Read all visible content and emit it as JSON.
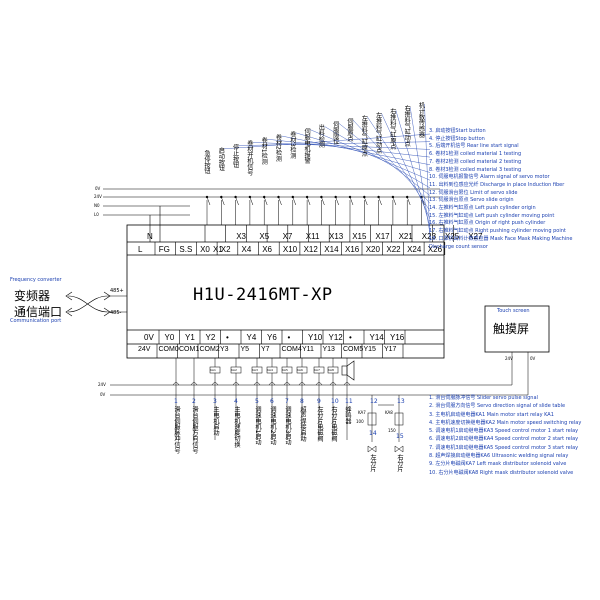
{
  "plc": {
    "model": "H1U-2416MT-XP",
    "top_row_1": [
      "N",
      "X3",
      "X5",
      "X7",
      "X11",
      "X13",
      "X15",
      "X17",
      "X21",
      "X23",
      "X25",
      "X27"
    ],
    "top_row_2": [
      "L",
      "FG",
      "S.S",
      "X0",
      "X2",
      "X4",
      "X6",
      "X10",
      "X12",
      "X14",
      "X16",
      "X20",
      "X22",
      "X24",
      "X26"
    ],
    "top_row_1_x1": "X1",
    "bot_row_1": [
      "0V",
      "Y0",
      "Y1",
      "Y2",
      "•",
      "Y4",
      "Y6",
      "•",
      "Y10",
      "Y12",
      "•",
      "Y14",
      "Y16"
    ],
    "bot_row_2": [
      "24V",
      "COM0",
      "COM1",
      "COM2",
      "Y3",
      "Y5",
      "Y7",
      "COM4",
      "Y11",
      "Y13",
      "COM5",
      "Y15",
      "Y17"
    ],
    "side_485_plus": "485+",
    "side_485_minus": "485-"
  },
  "left": {
    "vfd_cn": "变频器",
    "port_cn": "通信端口",
    "vfd_en": "Frequency converter",
    "port_en": "Communication port"
  },
  "touch": {
    "title_en": "Touch screen",
    "title_cn": "触摸屏",
    "pin_24v": "24V",
    "pin_0v": "0V"
  },
  "power_labels": [
    "0V",
    "24V",
    "N0",
    "L0"
  ],
  "bottom_power_labels": [
    "24V",
    "0V"
  ],
  "top_inputs_cn": [
    "急停按钮",
    "启动按钮",
    "停止按钮",
    "卷材开机信号",
    "卷材1检测",
    "卷材2检测",
    "卷材3检测",
    "伺服电机报警",
    "出料检测",
    "伺服限位",
    "伺服原点",
    "左推料气缸原点",
    "左推料气缸动点",
    "右推料气缸原点",
    "右推料气缸动点",
    "机计数传感器"
  ],
  "input_legend": [
    "3. 启动按钮Start button",
    "4. 停止按钮Stop button",
    "5. 后端开机信号 Rear line start signal",
    "6. 卷材1检测 coiled material 1 testing",
    "7. 卷材2检测 coiled material 2 testing",
    "8. 卷材3检测 coiled material 3 testing",
    "10. 伺服电机报警信号 Alarm signal of servo motor",
    "11. 出料到位感应光纤 Discharge in place Induction fiber",
    "12. 伺服滑台限位 Limit of servo slide",
    "13. 伺服滑台原点 Servo slide origin",
    "14. 左推料气缸原点 Left push cylinder origin",
    "15. 左推料气缸动点 Left push cylinder moving point",
    "16. 右推料气缸原点 Origin of right push cylinder",
    "17. 右推料气缸动点 Right pushing cylinder moving point",
    "18. 口罩机出料计数感应器 Mask Face Mask Making Machine",
    "Discharge count sensor"
  ],
  "output_legend": [
    "1. 滑台伺服脉冲信号 Slider servo pulse signal",
    "2. 滑台伺服方向信号 Servo direction signal of slide table",
    "3. 主电机启动继电器KA1   Main motor start relay KA1",
    "4. 主电机速度切换继电器KA2  Main motor speed switching relay",
    "5. 调速电机1启动继电器KA3  Speed control motor 1 start relay",
    "6. 调速电机2启动继电器KA4  Speed control motor 2 start relay",
    "7. 调速电机3启动继电器KA5  Speed control motor 3 start relay",
    "8. 超声焊接启动继电器KA6   Ultrasonic welding signal relay",
    "9. 左分片电磁阀KA7  Left mask distributor solenoid valve",
    "10. 右分片电磁阀KA8  Right mask distributor solenoid valve"
  ],
  "bottom_numbers": [
    "1",
    "2",
    "3",
    "4",
    "5",
    "6",
    "7",
    "8",
    "9",
    "10",
    "11",
    "12",
    "13",
    "14",
    "15"
  ],
  "bottom_outputs_cn": [
    "滑台伺服脉冲信号",
    "滑台伺服方向信号",
    "主电机启动",
    "主电机速度切换",
    "调速电机1启动",
    "调速电机2启动",
    "调速电机3启动",
    "超声焊接启动",
    "左分片电磁阀",
    "右分片电磁阀",
    "蜂鸣器"
  ],
  "relay_tags": [
    "KA1",
    "KA2",
    "KA3",
    "KA4",
    "KA5",
    "KA6",
    "KA7",
    "KA8"
  ],
  "valve_labels": {
    "ka7": "KA7",
    "ka8": "KA8",
    "v14": "14",
    "v15": "15",
    "left": "左分片",
    "right": "右分片",
    "r100": "100",
    "r150": "150"
  }
}
